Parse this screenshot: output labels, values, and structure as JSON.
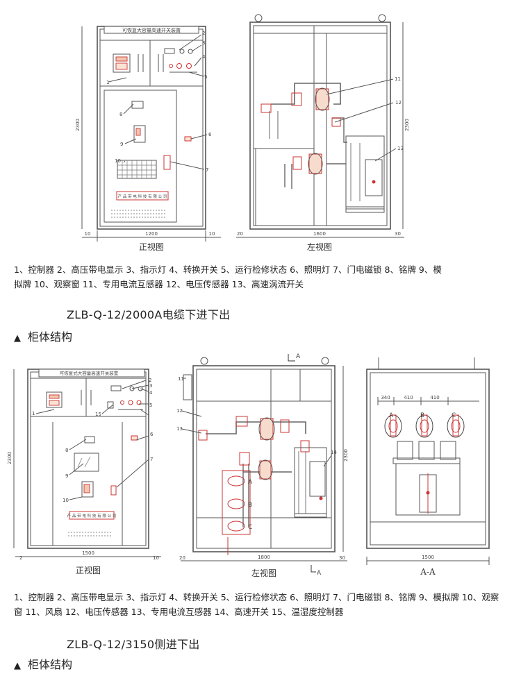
{
  "top": {
    "title_plate": "可恢复大容量高速开关装置",
    "brand_plate": "产 品 带 电 科 技 有 限 公 司",
    "front": {
      "caption": "正视图",
      "dim_width": "1200",
      "dim_left": "10",
      "dim_right": "10",
      "dim_height": "2300",
      "callouts": [
        "1",
        "2",
        "3",
        "4",
        "5",
        "6",
        "7",
        "8",
        "9",
        "10"
      ]
    },
    "side": {
      "caption": "左视图",
      "dim_width": "1600",
      "dim_left": "20",
      "dim_right": "30",
      "dim_height": "2300",
      "callouts": [
        "11",
        "12",
        "13"
      ]
    },
    "legend_line1": "1、控制器 2、高压带电显示 3、指示灯 4、转换开关 5、运行检修状态 6、照明灯 7、门电磁锁  8、铭牌 9、模",
    "legend_line2": "拟牌  10、观察窗 11、专用电流互感器 12、电压传感器  13、高速涡流开关",
    "model": "ZLB-Q-12/2000A电缆下进下出",
    "section_title": "柜体结构"
  },
  "bottom": {
    "title_plate": "可恢复式大容量高速开关装置",
    "brand_plate": "产 品 带 电 科 技 有 限 公 司",
    "front": {
      "caption": "正视图",
      "dim_width": "1500",
      "dim_left": "2",
      "dim_right": "10",
      "dim_height": "2300",
      "callouts": [
        "1",
        "2",
        "3",
        "4",
        "5",
        "6",
        "7",
        "8",
        "9",
        "10",
        "15"
      ]
    },
    "side": {
      "caption": "左视图",
      "dim_width": "1800",
      "dim_left": "20",
      "dim_right": "30",
      "dim_height": "2300",
      "section_mark": "A",
      "phase_labels": [
        "A",
        "B",
        "C"
      ],
      "callouts": [
        "11",
        "12",
        "13",
        "14"
      ]
    },
    "section_view": {
      "caption": "A-A",
      "dim_width": "1500",
      "spacing": [
        "340",
        "410",
        "410"
      ],
      "phase_labels": [
        "A",
        "B",
        "C"
      ]
    },
    "legend_line1": "1、控制器 2、高压带电显示 3、指示灯 4、转换开关 5、运行检修状态 6、照明灯 7、门电磁锁 8、铭牌 9、模拟牌  10、观察",
    "legend_line2": "窗 11、风扇 12、电压传感器  13、专用电流互感器 14、高速开关 15、温湿度控制器",
    "model": "ZLB-Q-12/3150侧进下出",
    "section_title": "柜体结构"
  }
}
